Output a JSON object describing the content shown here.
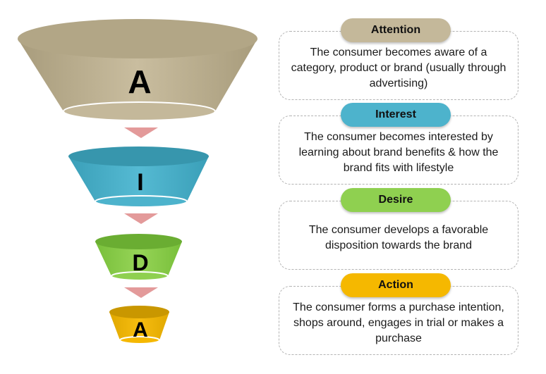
{
  "funnel": {
    "letters": [
      "A",
      "I",
      "D",
      "A"
    ]
  },
  "stages": [
    {
      "title": "Attention",
      "description": "The consumer becomes aware of a category, product or brand (usually through advertising)"
    },
    {
      "title": "Interest",
      "description": "The consumer becomes interested by learning about brand benefits & how the brand fits with lifestyle"
    },
    {
      "title": "Desire",
      "description": "The consumer develops a favorable disposition towards the brand"
    },
    {
      "title": "Action",
      "description": "The consumer forms a purchase intention, shops around, engages in trial or makes a purchase"
    }
  ],
  "colors": {
    "attention": "#c4b89a",
    "interest": "#4db3cc",
    "desire": "#8fd050",
    "action": "#f5b800",
    "arrow": "#e39a9a"
  }
}
